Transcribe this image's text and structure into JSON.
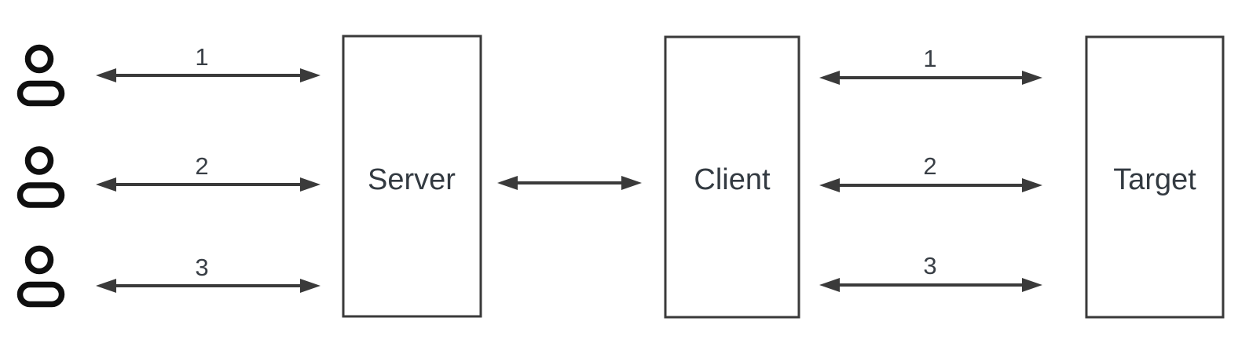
{
  "diagram": {
    "background": "#ffffff",
    "colors": {
      "line": "#3a3a3a",
      "box_border": "#3a3a3a",
      "box_fill": "#ffffff",
      "text": "#333a41",
      "user_icon": "#0f0f0f"
    },
    "nodes": {
      "server": {
        "label": "Server"
      },
      "client": {
        "label": "Client"
      },
      "target": {
        "label": "Target"
      }
    },
    "users": {
      "icon": "person-icon",
      "count": 3
    },
    "connections": {
      "users_to_server": [
        {
          "label": "1"
        },
        {
          "label": "2"
        },
        {
          "label": "3"
        }
      ],
      "server_to_client": {
        "label": ""
      },
      "client_to_target": [
        {
          "label": "1"
        },
        {
          "label": "2"
        },
        {
          "label": "3"
        }
      ]
    }
  }
}
